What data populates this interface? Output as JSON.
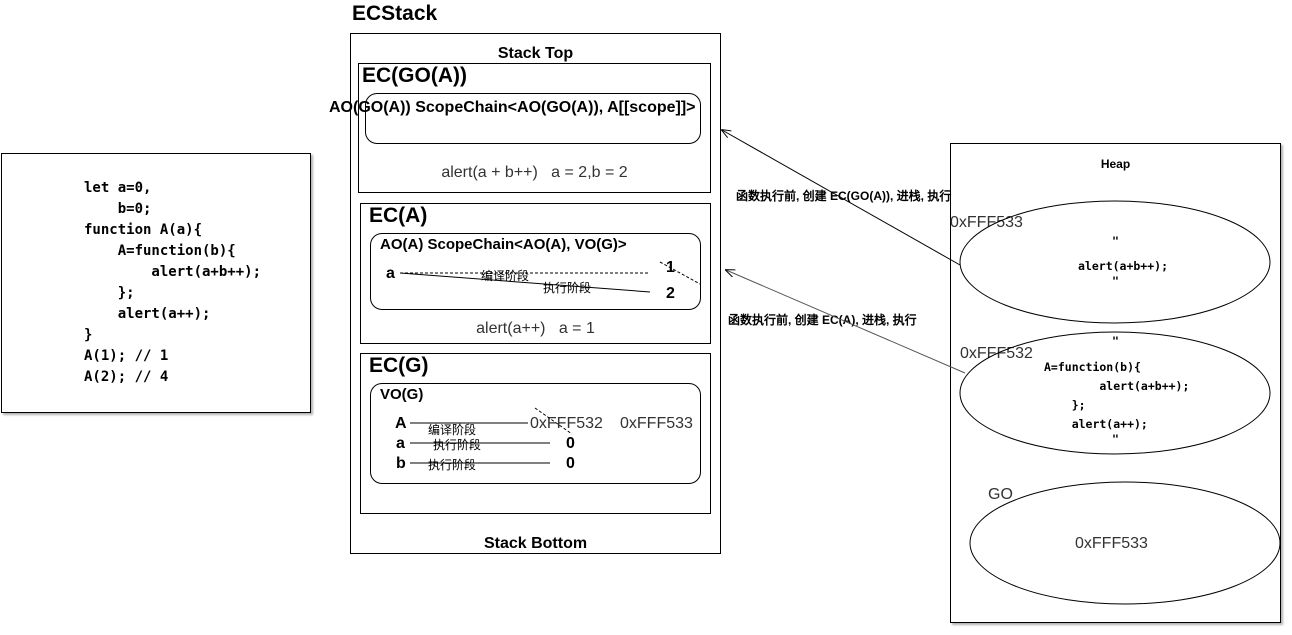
{
  "code_panel": {
    "lines": [
      "let a=0,",
      "    b=0;",
      "function A(a){",
      "    A=function(b){",
      "        alert(a+b++);",
      "    };",
      "    alert(a++);",
      "}",
      "A(1); // 1",
      "A(2); // 4"
    ]
  },
  "ecstack": {
    "title": "ECStack",
    "top_label": "Stack Top",
    "bottom_label": "Stack Bottom",
    "ec_goa": {
      "title": "EC(GO(A))",
      "ao_text": "AO(GO(A)) ScopeChain<AO(GO(A)), A[[scope]]>",
      "statement": "alert(a + b++)   a = 2,b = 2"
    },
    "ec_a": {
      "title": "EC(A)",
      "ao_header": "AO(A) ScopeChain<AO(A), VO(G)>",
      "var_name": "a",
      "compile_phase": "编译阶段",
      "exec_phase": "执行阶段",
      "value_1": "1",
      "value_2": "2",
      "statement": "alert(a++)   a = 1"
    },
    "ec_g": {
      "title": "EC(G)",
      "vo_header": "VO(G)",
      "rows": [
        {
          "name": "A",
          "phase": "编译阶段",
          "value": "0xFFF532",
          "value2": "0xFFF533"
        },
        {
          "name": "a",
          "phase": "执行阶段",
          "value": "0"
        },
        {
          "name": "b",
          "phase": "执行阶段",
          "value": "0"
        }
      ]
    }
  },
  "arrows": {
    "to_goa": "函数执行前, 创建 EC(GO(A)), 进栈, 执行",
    "to_a": "函数执行前, 创建 EC(A), 进栈, 执行"
  },
  "heap": {
    "title": "Heap",
    "obj1": {
      "address": "0xFFF533",
      "lines": [
        "\"",
        "alert(a+b++);",
        "\""
      ]
    },
    "obj2": {
      "address": "0xFFF532",
      "lines": [
        "\"",
        "A=function(b){",
        "        alert(a+b++);",
        "    };",
        "    alert(a++);",
        "\""
      ]
    },
    "go": {
      "label": "GO",
      "value": "0xFFF533"
    }
  }
}
